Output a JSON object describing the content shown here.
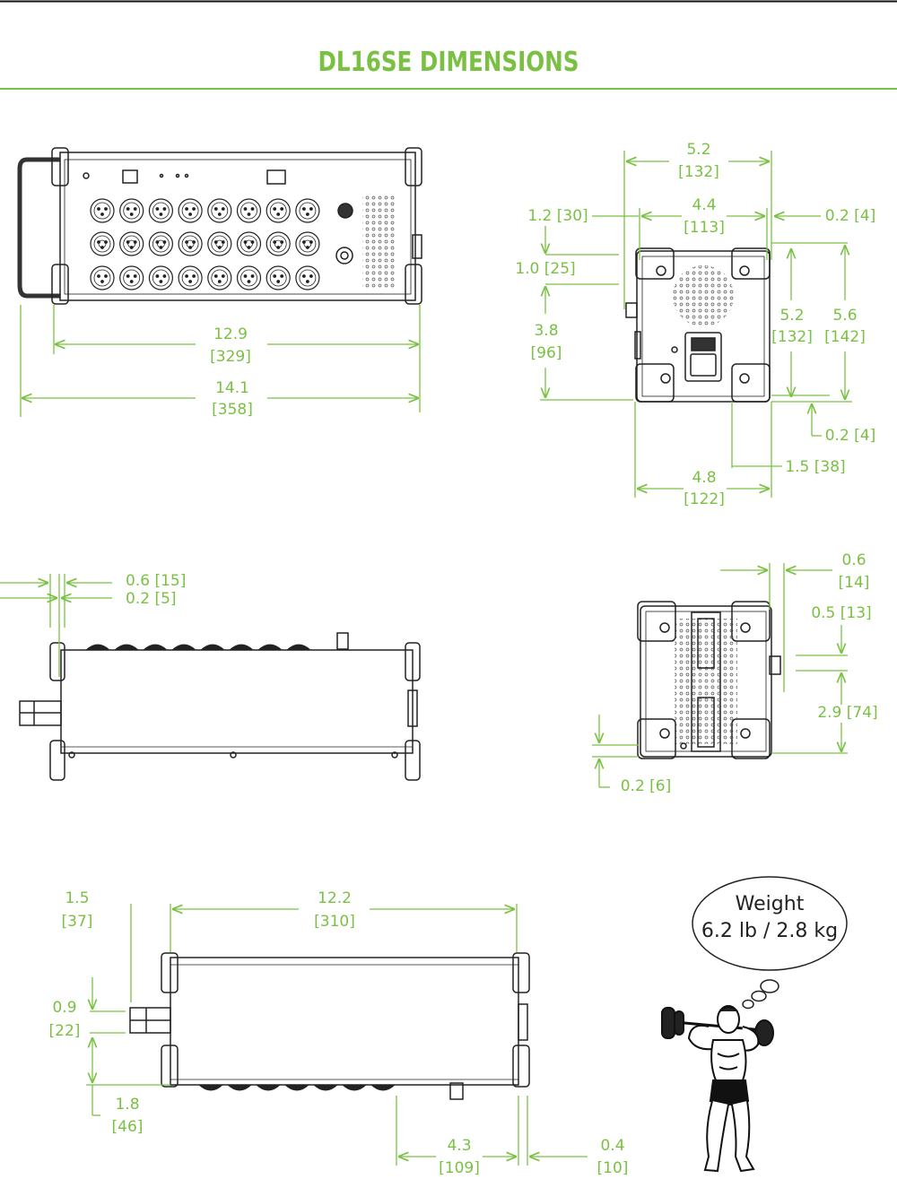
{
  "page": {
    "title": "DL16SE DIMENSIONS",
    "accent_color": "#7ac143",
    "line_color": "#222222"
  },
  "views": {
    "front": {
      "dim_inner_width": {
        "in": "12.9",
        "mm": "[329]"
      },
      "dim_overall_width": {
        "in": "14.1",
        "mm": "[358]"
      }
    },
    "end_power": {
      "dim_top_width": {
        "in": "5.2",
        "mm": "[132]"
      },
      "dim_inner_width": {
        "in": "4.4",
        "mm": "[113]"
      },
      "dim_left_protrusion": "1.2 [30]",
      "dim_right_offset": "0.2 [4]",
      "dim_connector_offset": "1.0 [25]",
      "dim_connector_height": {
        "in": "3.8",
        "mm": "[96]"
      },
      "dim_body_height": {
        "in": "5.2",
        "mm": "[132]"
      },
      "dim_overall_height": {
        "in": "5.6",
        "mm": "[142]"
      },
      "dim_foot_height": "0.2 [4]",
      "dim_foot_offset": "1.5 [38]",
      "dim_base_width": {
        "in": "4.8",
        "mm": "[122]"
      }
    },
    "top": {
      "dim_bumper_depth": "0.6 [15]",
      "dim_rail_depth": "0.2 [5]"
    },
    "end_handle": {
      "dim_knob_depth": {
        "in": "0.6",
        "mm": "[14]"
      },
      "dim_knob_height": "0.5 [13]",
      "dim_knob_offset": "2.9 [74]",
      "dim_foot": "0.2 [6]"
    },
    "bottom": {
      "dim_handle_depth": {
        "in": "1.5",
        "mm": "[37]"
      },
      "dim_body_length": {
        "in": "12.2",
        "mm": "[310]"
      },
      "dim_handle_offset": {
        "in": "0.9",
        "mm": "[22]"
      },
      "dim_handle_base": {
        "in": "1.8",
        "mm": "[46]"
      },
      "dim_connector_span": {
        "in": "4.3",
        "mm": "[109]"
      },
      "dim_bumper": {
        "in": "0.4",
        "mm": "[10]"
      }
    }
  },
  "weight_bubble": {
    "label": "Weight",
    "value": "6.2 lb / 2.8 kg"
  }
}
